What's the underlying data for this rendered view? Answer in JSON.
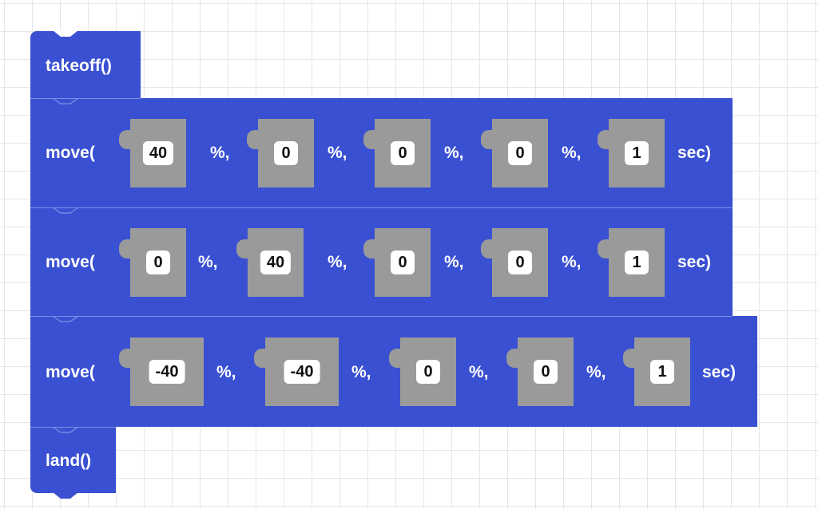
{
  "workspace": {
    "grid_color": "#e6e6e6",
    "block_color": "#3a50d2",
    "socket_color": "#9a9a9a"
  },
  "blocks": {
    "takeoff": {
      "label": "takeoff()"
    },
    "moves": [
      {
        "label": "move(",
        "values": [
          "40",
          "0",
          "0",
          "0",
          "1"
        ],
        "units": [
          "%,",
          "%,",
          "%,",
          "%,",
          "sec)"
        ]
      },
      {
        "label": "move(",
        "values": [
          "0",
          "40",
          "0",
          "0",
          "1"
        ],
        "units": [
          "%,",
          "%,",
          "%,",
          "%,",
          "sec)"
        ]
      },
      {
        "label": "move(",
        "values": [
          "-40",
          "-40",
          "0",
          "0",
          "1"
        ],
        "units": [
          "%,",
          "%,",
          "%,",
          "%,",
          "sec)"
        ]
      }
    ],
    "land": {
      "label": "land()"
    }
  }
}
